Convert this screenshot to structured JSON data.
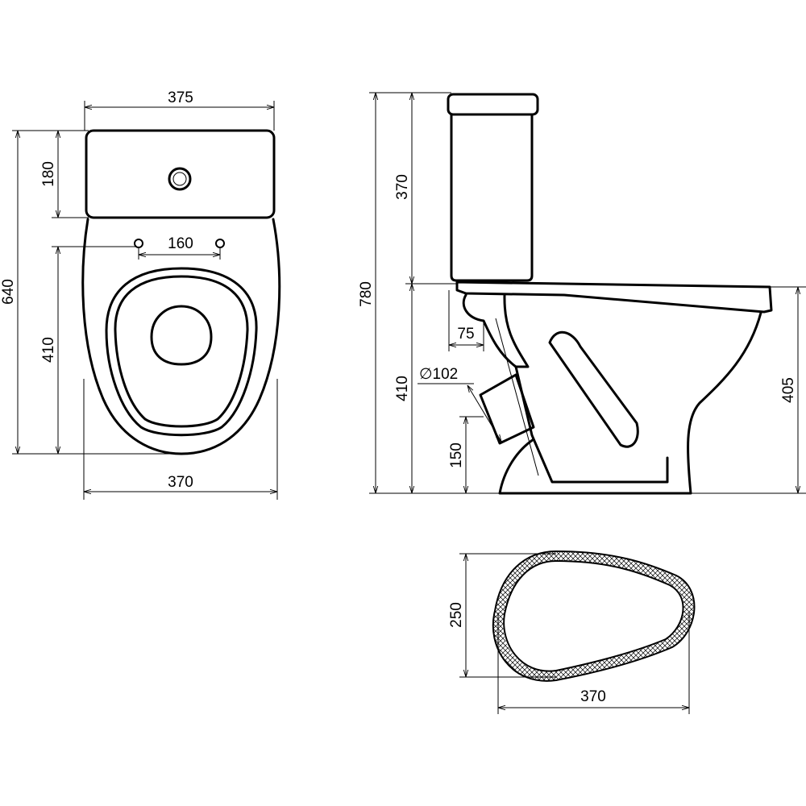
{
  "top_view": {
    "width_tank": "375",
    "tank_depth": "180",
    "total_length": "640",
    "mount_holes_spacing": "160",
    "bowl_length": "410",
    "bowl_width": "370"
  },
  "side_view": {
    "total_height": "780",
    "tank_height": "370",
    "bowl_height_left": "410",
    "outlet_offset": "75",
    "outlet_diameter": "∅102",
    "outlet_height": "150",
    "bowl_height_right": "405"
  },
  "footprint": {
    "depth": "250",
    "width": "370"
  },
  "colors": {
    "line": "#000000",
    "background": "#ffffff"
  }
}
